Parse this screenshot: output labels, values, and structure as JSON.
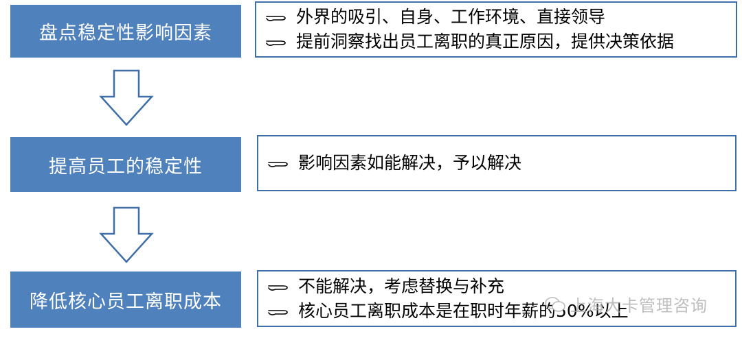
{
  "steps": [
    {
      "label": "盘点稳定性影响因素"
    },
    {
      "label": "提高员工的稳定性"
    },
    {
      "label": "降低核心员工离职成本"
    }
  ],
  "notes": [
    {
      "lines": [
        "外界的吸引、自身、工作环境、直接领导",
        "提前洞察找出员工离职的真正原因，提供决策依据"
      ]
    },
    {
      "lines": [
        "影响因素如能解决，予以解决"
      ]
    },
    {
      "lines": [
        "不能解决，考虑替换与补充",
        "核心员工离职成本是在职时年薪的50%以上"
      ]
    }
  ],
  "watermark": {
    "text": "上海大卡管理咨询"
  },
  "colors": {
    "step_fill": "#4f81bd",
    "note_border": "#3f6fa8",
    "arrow_stroke": "#3f6fa8"
  }
}
